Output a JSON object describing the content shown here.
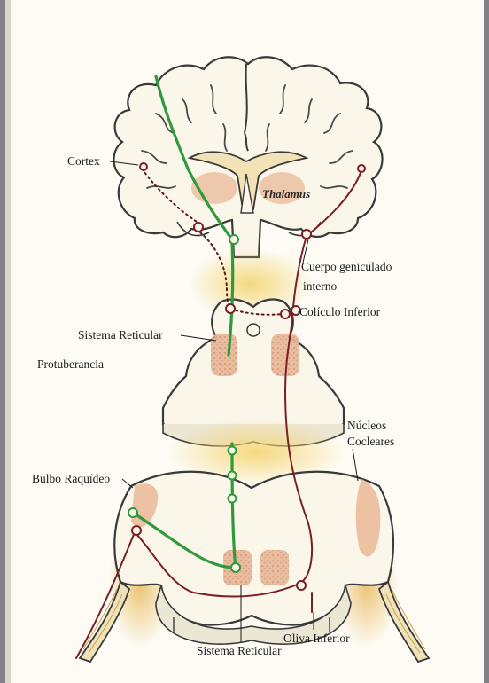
{
  "diagram": {
    "labels": {
      "cortex": "Cortex",
      "thalamus": "Thalamus",
      "cuerpo_geniculado_line1": "Cuerpo geniculado",
      "cuerpo_geniculado_line2": "interno",
      "coliculo_inferior": "Colículo Inferior",
      "sistema_reticular_upper": "Sistema Reticular",
      "protuberancia": "Protuberancia",
      "nucleos_line1": "Núcleos",
      "nucleos_line2": "Cocleares",
      "bulbo_raquideo": "Bulbo Raquídeo",
      "sistema_reticular_lower": "Sistema Reticular",
      "oliva_inferior": "Oliva Inferior"
    },
    "colors": {
      "page_frame": "#7f8089",
      "paper": "#fdfbf4",
      "tissue_outline": "#3a3a3a",
      "tissue_fill": "#fbf6ea",
      "yellow_wash": "#f3d36a",
      "nucleus_pink": "#e9b896",
      "reticular_pink": "#e2a37f",
      "reticular_pathway": "#2f9a3c",
      "auditory_pathway": "#7a1f26",
      "dotted_pathway": "#5a1a1e"
    }
  }
}
